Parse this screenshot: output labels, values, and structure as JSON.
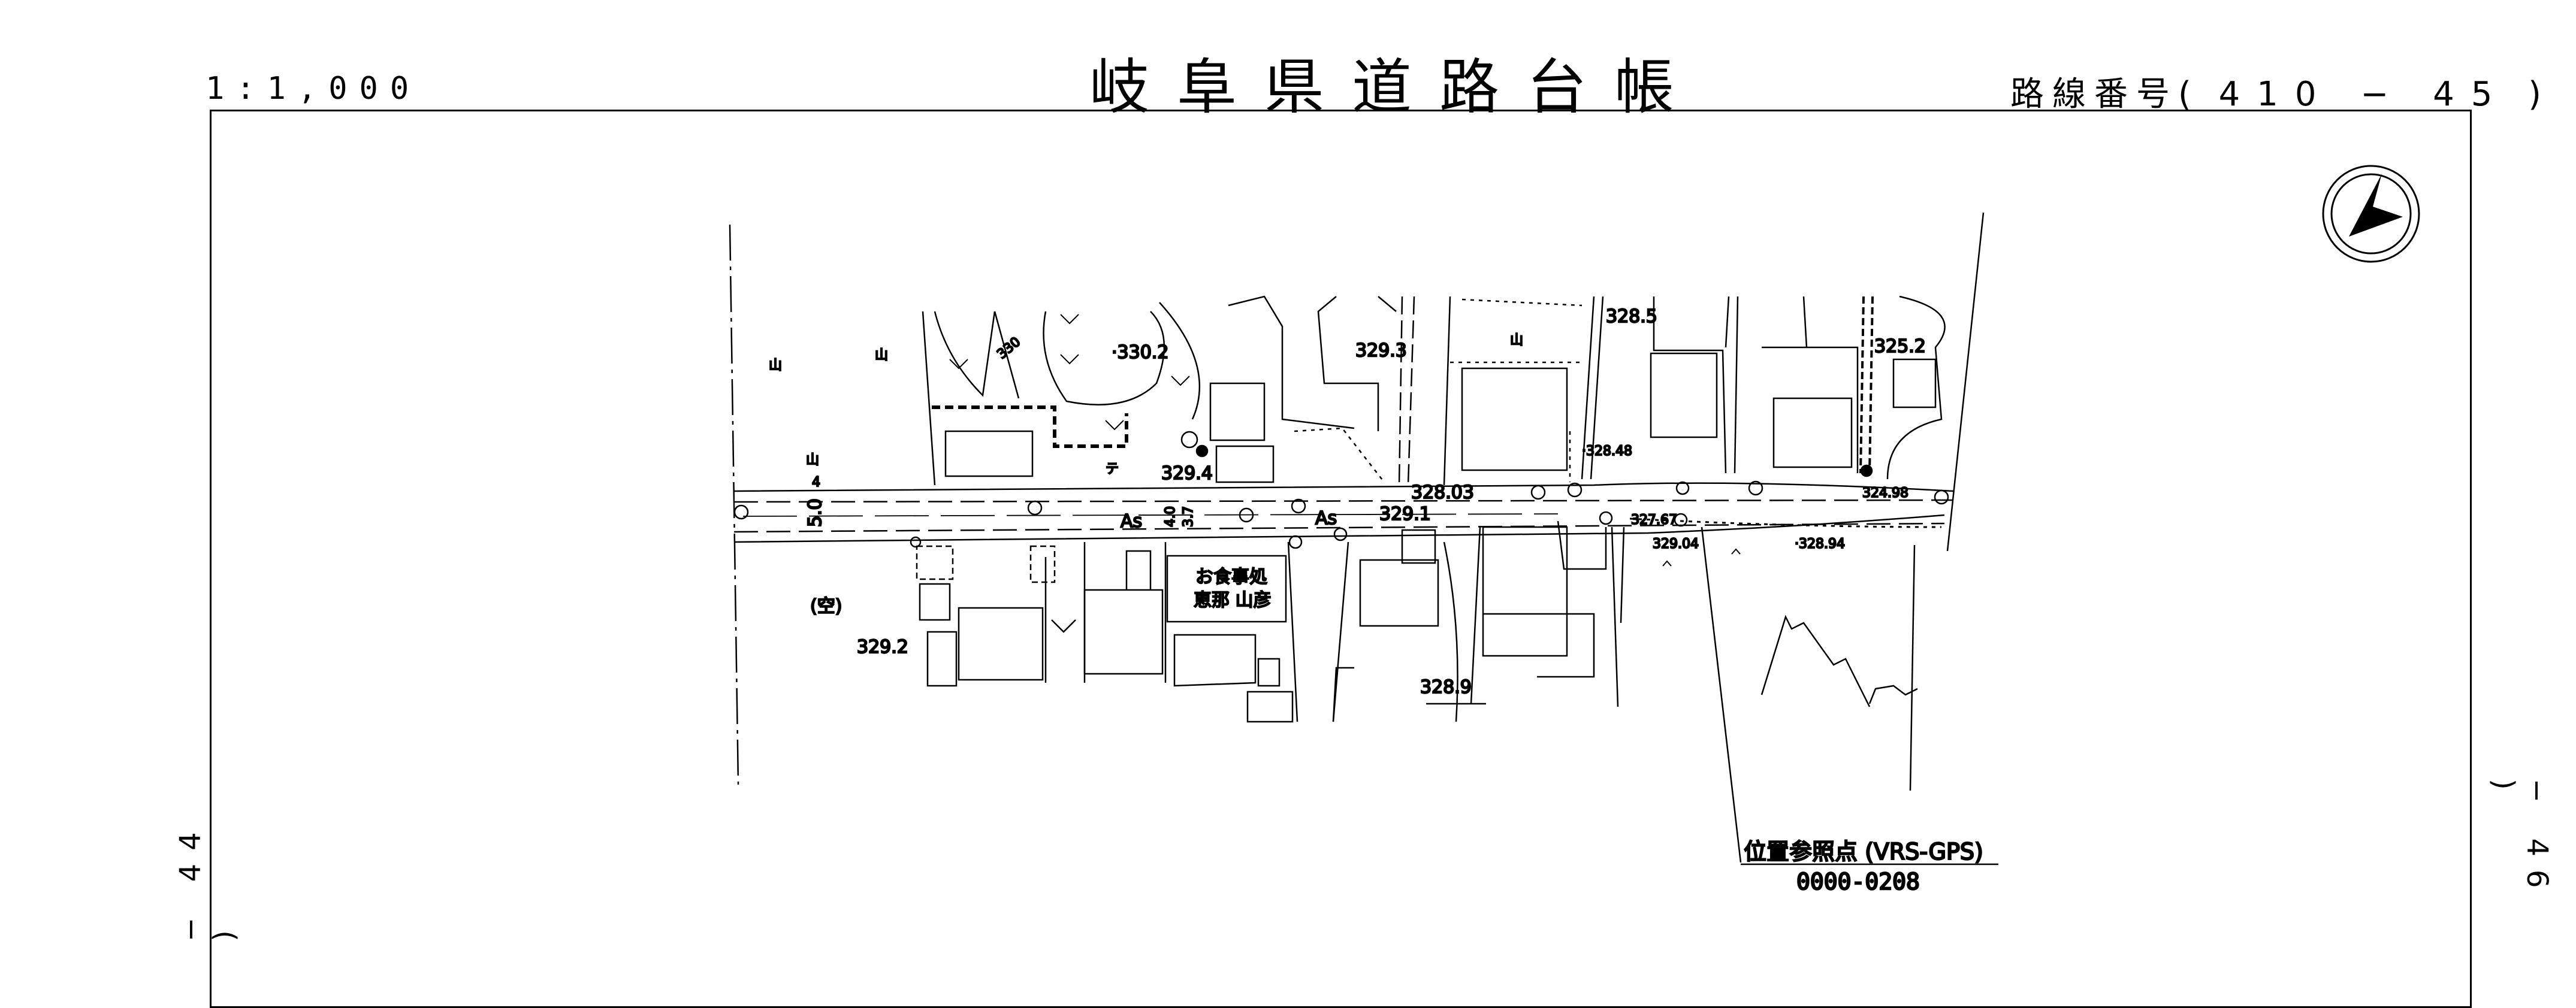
{
  "header": {
    "scale": "1:1,000",
    "title": "岐阜県道路台帳",
    "route_prefix": "路線番号(",
    "route_number": "410 − 45",
    "route_suffix": ")"
  },
  "side_labels": {
    "prev_sheet": "− 44 )",
    "next_sheet": "− 46 )"
  },
  "map": {
    "elevations": {
      "e1": "·330.2",
      "e2": "329.3",
      "e3": "328.5",
      "e4": "325.2",
      "e5": "329.4",
      "e6": "328.03",
      "e7": "324.98",
      "e8": "329.1",
      "e9": "·328.48",
      "e10": "327.67",
      "e11": "329.04",
      "e12": "·328.94",
      "e13": "329.2",
      "e14": "328.9",
      "contour": "330"
    },
    "road": {
      "surface_left": "As",
      "surface_right": "As",
      "width_left": "5.0",
      "width_mid": "4.0",
      "width_mid2": "3.7",
      "lane_mark": "4"
    },
    "labels": {
      "vacant": "(空)",
      "restaurant_line1": "お食事処",
      "restaurant_line2": "恵那 山彦",
      "mountain": "山",
      "te": "テ"
    },
    "reference_point": {
      "title": "位置参照点 (VRS-GPS)",
      "code": "0000-0208"
    }
  }
}
